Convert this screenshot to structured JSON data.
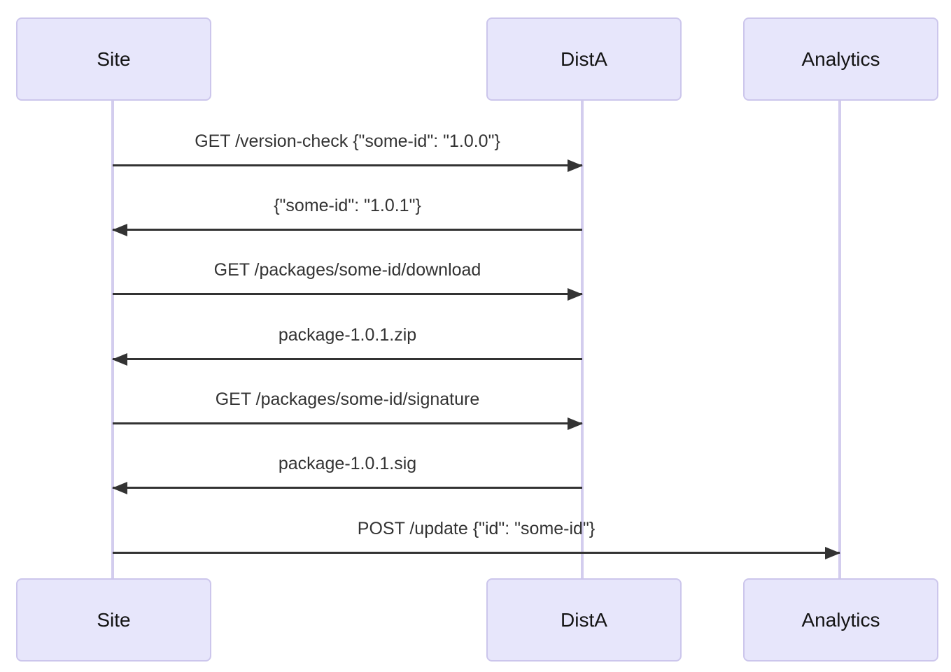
{
  "diagram": {
    "type": "sequence",
    "actors": [
      {
        "id": "site",
        "label": "Site"
      },
      {
        "id": "dista",
        "label": "DistA"
      },
      {
        "id": "analytics",
        "label": "Analytics"
      }
    ],
    "messages": [
      {
        "from": "Site",
        "to": "DistA",
        "direction": "right",
        "label": "GET /version-check {\"some-id\": \"1.0.0\"}"
      },
      {
        "from": "DistA",
        "to": "Site",
        "direction": "left",
        "label": "{\"some-id\": \"1.0.1\"}"
      },
      {
        "from": "Site",
        "to": "DistA",
        "direction": "right",
        "label": "GET /packages/some-id/download"
      },
      {
        "from": "DistA",
        "to": "Site",
        "direction": "left",
        "label": "package-1.0.1.zip"
      },
      {
        "from": "Site",
        "to": "DistA",
        "direction": "right",
        "label": "GET /packages/some-id/signature"
      },
      {
        "from": "DistA",
        "to": "Site",
        "direction": "left",
        "label": "package-1.0.1.sig"
      },
      {
        "from": "Site",
        "to": "Analytics",
        "direction": "right",
        "label": "POST /update {\"id\": \"some-id\"}"
      }
    ],
    "colors": {
      "actor_fill": "#e7e6fb",
      "actor_border": "#ccc6ec",
      "lifeline": "#d3cdee",
      "arrow": "#333333",
      "message_text": "#333333"
    }
  }
}
